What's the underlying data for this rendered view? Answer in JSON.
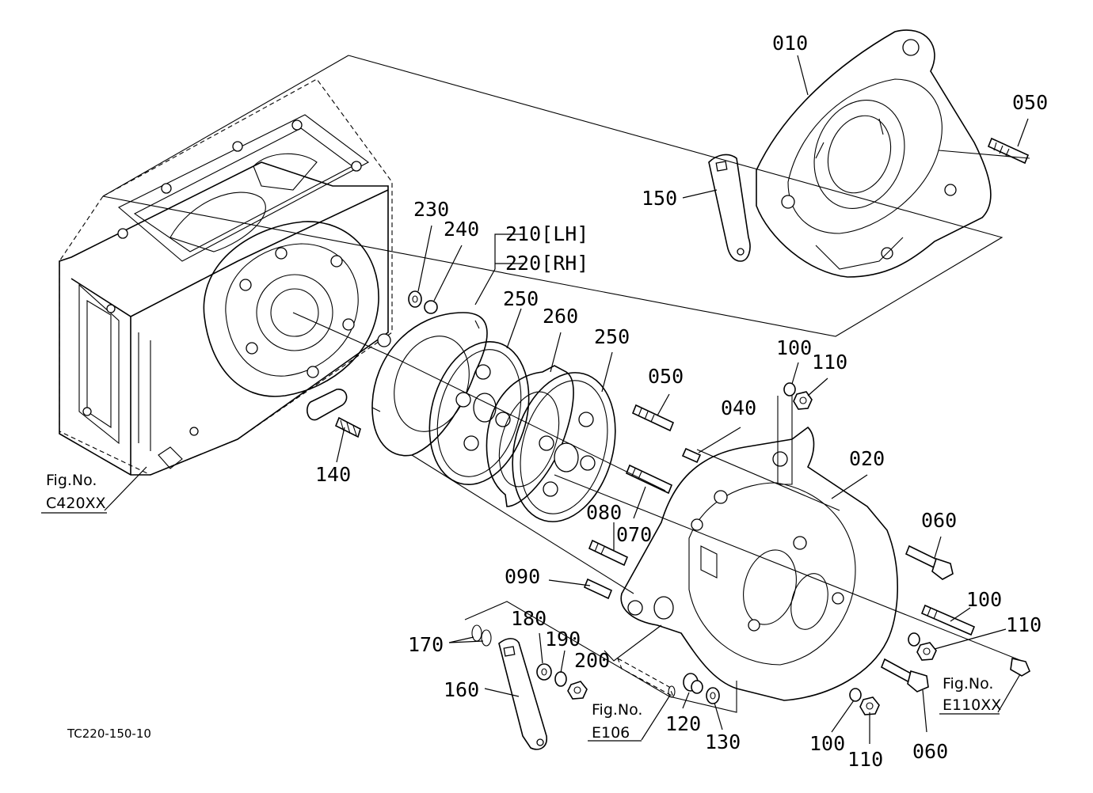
{
  "diagram_code": "TC220-150-10",
  "refs": [
    {
      "line1": "Fig.No.",
      "line2": "C420XX"
    },
    {
      "line1": "Fig.No.",
      "line2": "E106"
    },
    {
      "line1": "Fig.No.",
      "line2": "E110XX"
    }
  ],
  "labels": {
    "p010": "010",
    "p050a": "050",
    "p150": "150",
    "p230": "230",
    "p240": "240",
    "p210": "210[LH]",
    "p220": "220[RH]",
    "p250a": "250",
    "p260": "260",
    "p250b": "250",
    "p100a": "100",
    "p110a": "110",
    "p050b": "050",
    "p040": "040",
    "p020": "020",
    "p140": "140",
    "p080": "080",
    "p070": "070",
    "p060a": "060",
    "p090": "090",
    "p100b": "100",
    "p110b": "110",
    "p180": "180",
    "p190": "190",
    "p170": "170",
    "p200": "200",
    "p160": "160",
    "p120": "120",
    "p130": "130",
    "p100c": "100",
    "p110c": "110",
    "p060b": "060"
  }
}
